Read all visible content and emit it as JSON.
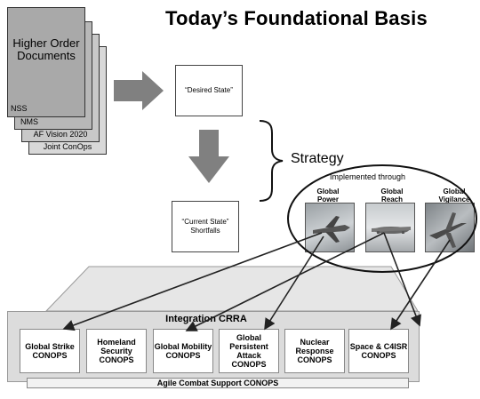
{
  "title": "Today’s Foundational Basis",
  "documents": {
    "front": "Higher Order Documents",
    "stack": [
      "NSS",
      "NMS",
      "AF Vision 2020",
      "Joint ConOps"
    ]
  },
  "boxes": {
    "desired": "“Desired State”",
    "current": "“Current State” Shortfalls"
  },
  "strategy": "Strategy",
  "implemented": "Implemented through",
  "capabilities": [
    {
      "label": "Global Power"
    },
    {
      "label": "Global Reach"
    },
    {
      "label": "Global Vigilance"
    }
  ],
  "integration": "Integration CRRA",
  "conops": [
    "Global Strike CONOPS",
    "Homeland Security CONOPS",
    "Global Mobility CONOPS",
    "Global Persistent Attack CONOPS",
    "Nuclear Response CONOPS",
    "Space & C4ISR CONOPS"
  ],
  "agile": "Agile Combat Support CONOPS"
}
